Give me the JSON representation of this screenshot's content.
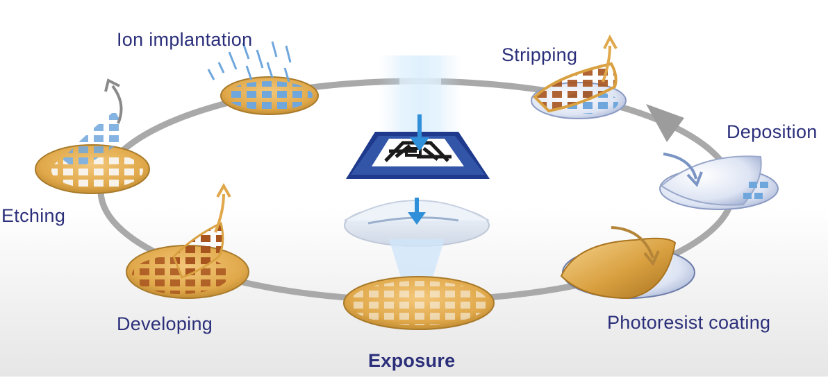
{
  "labels": {
    "ion_implantation": "Ion implantation",
    "stripping": "Stripping",
    "deposition": "Deposition",
    "photoresist_coating": "Photoresist coating",
    "exposure": "Exposure",
    "developing": "Developing",
    "etching": "Etching"
  },
  "colors": {
    "label": "#2b2f7a",
    "wafer_gold": "#e0a84a",
    "wafer_blue": "#c9d3ea",
    "cycle_ring": "#a9a9a9",
    "arrow_blue": "#2f8fd8",
    "mask_navy": "#1f3a8c"
  },
  "icons": [
    "cycle-ring",
    "wafer",
    "photomask",
    "lens",
    "light-beam",
    "peel-arrow",
    "cycle-arrowhead",
    "ion-rain"
  ]
}
